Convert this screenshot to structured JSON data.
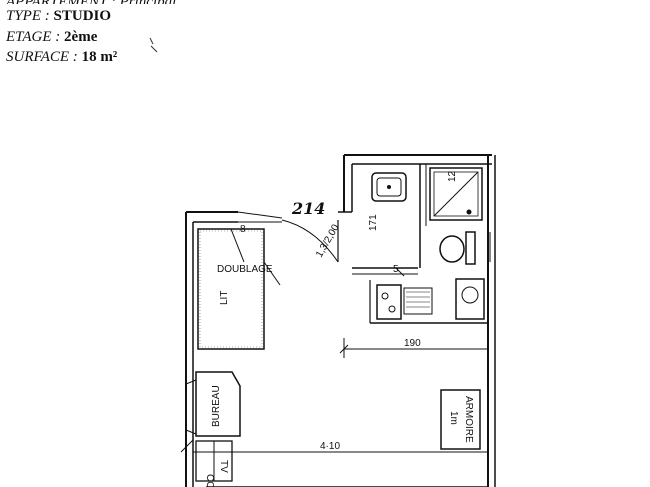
{
  "header": {
    "line0": {
      "key": "APPARTEMENT : Principal"
    },
    "type": {
      "key": "TYPE : ",
      "value": "STUDIO"
    },
    "etage": {
      "key": "ETAGE : ",
      "value": "2ème"
    },
    "surface": {
      "key": "SURFACE : ",
      "value": "18 m²"
    }
  },
  "plan": {
    "door_number": "214",
    "bed_label": "LIT",
    "lining_label": "DOUBLAGE",
    "desk_label": "BUREAU",
    "col_label": "COL",
    "tv_label": "TV",
    "wardrobe_label": "ARMOIRE",
    "wardrobe_size": "1m",
    "dim_entry_width": "190",
    "dim_room_width": "4·10",
    "dim_bath_depth": "171",
    "dim_door": "1,3/2,00",
    "dim_b": "8",
    "dim_c": "5",
    "dim_shower": "12"
  }
}
